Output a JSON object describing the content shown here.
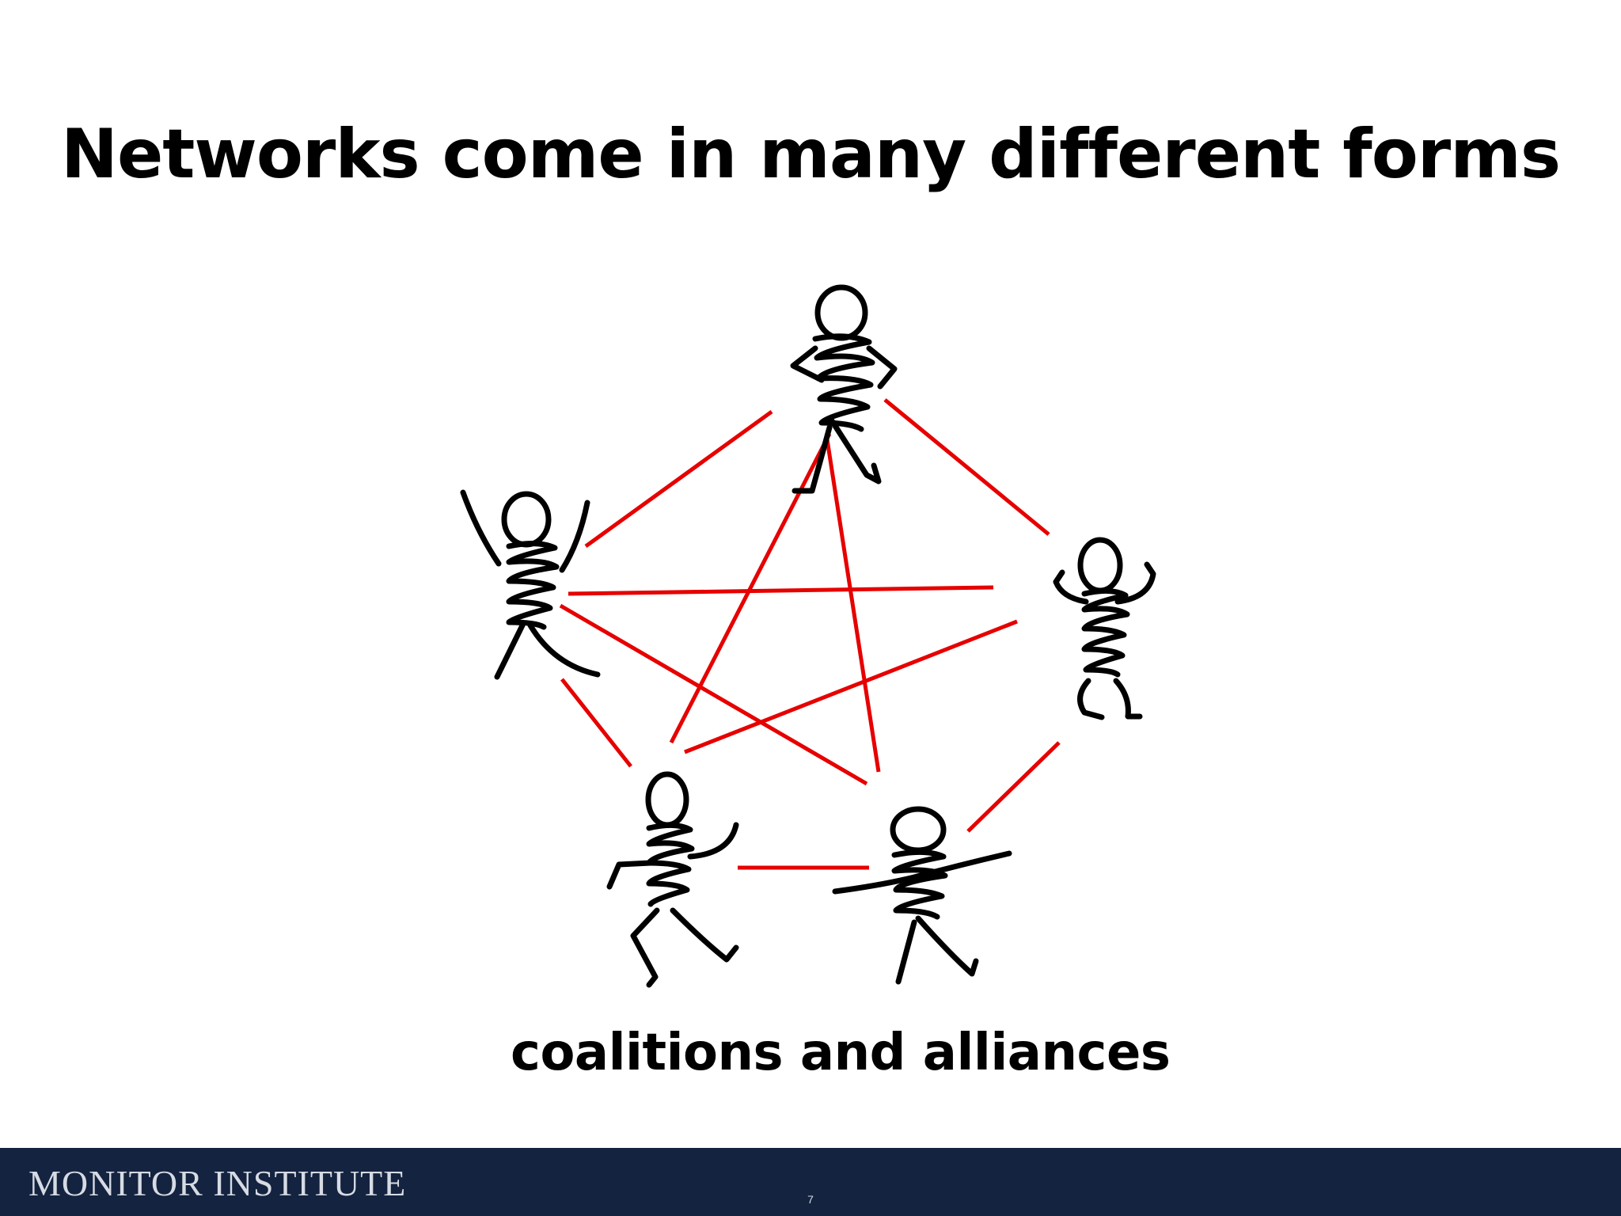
{
  "slide": {
    "title": "Networks come in many different forms",
    "caption": "coalitions and alliances"
  },
  "footer": {
    "logo_text": "MONITOR INSTITUTE",
    "page_number": "7",
    "background_color": "#14233f"
  },
  "illustration": {
    "figures": [
      "figure-top",
      "figure-left",
      "figure-right",
      "figure-bottom-left",
      "figure-bottom-right"
    ],
    "link_color": "#e60000"
  }
}
